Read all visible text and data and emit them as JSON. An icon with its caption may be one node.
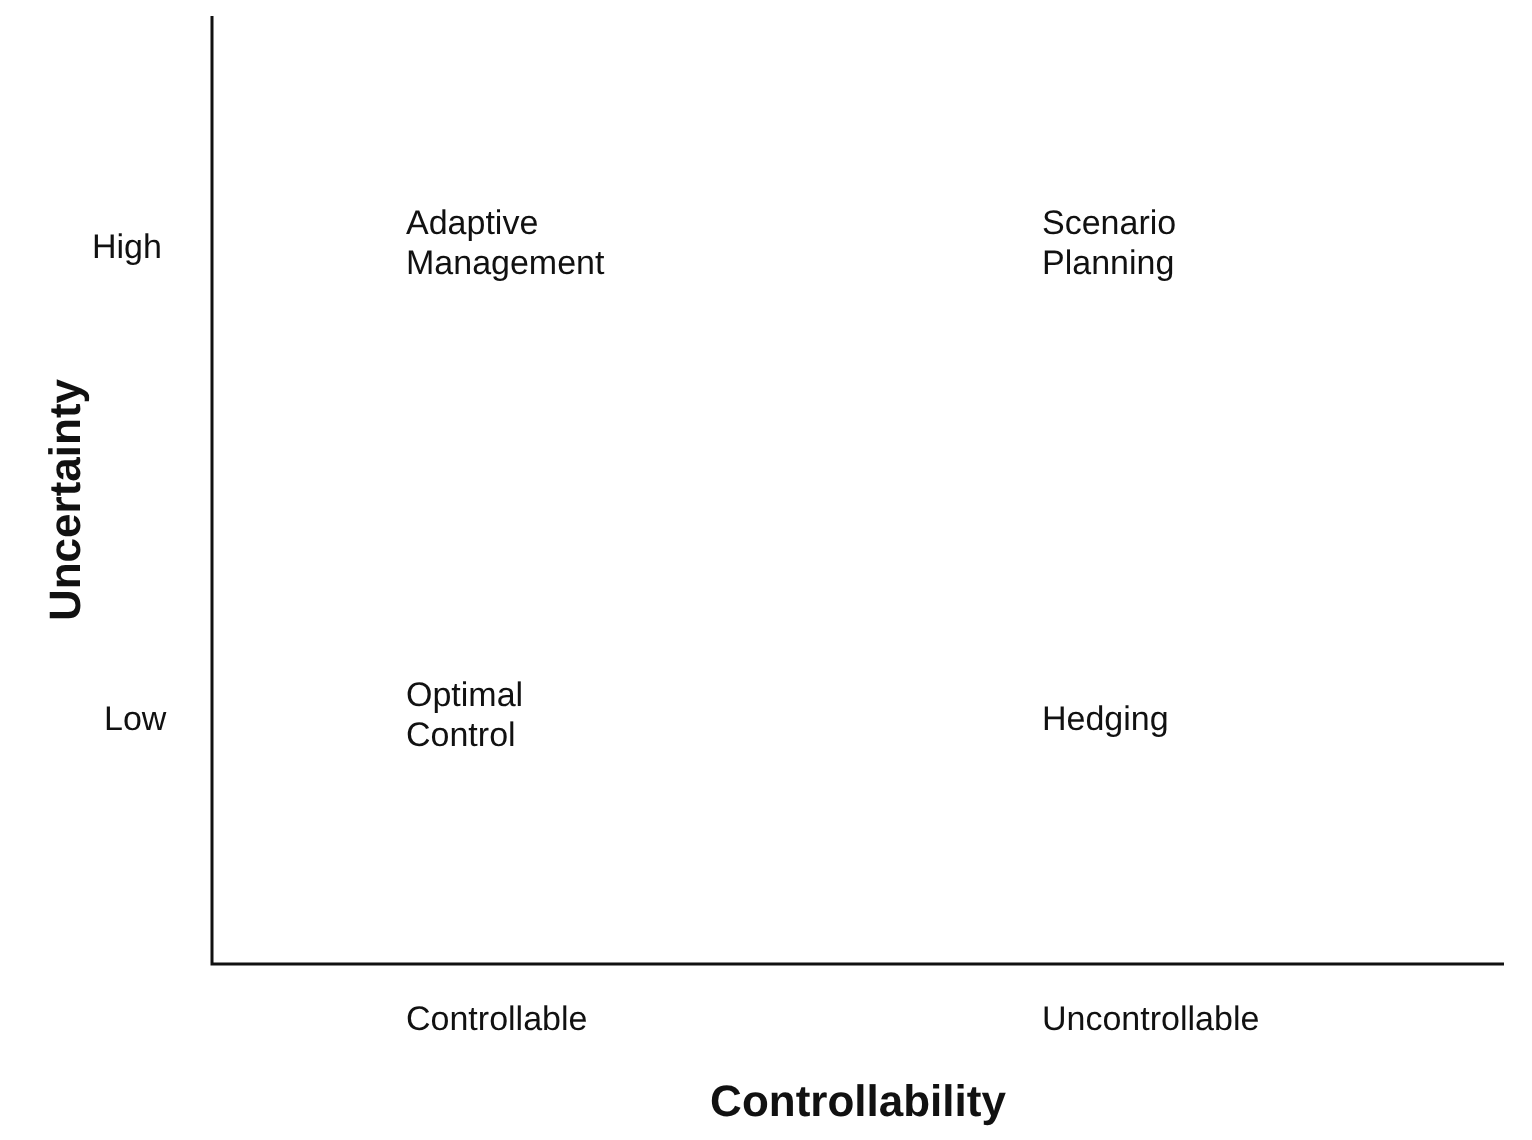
{
  "diagram": {
    "labels": [
      "Adaptive Management",
      "Scenario Planning",
      "High",
      "Uncertainty",
      "Optimal Control",
      "Low",
      "Hedging",
      "Controllable",
      "Uncontrollable",
      "Controllability"
    ]
  }
}
